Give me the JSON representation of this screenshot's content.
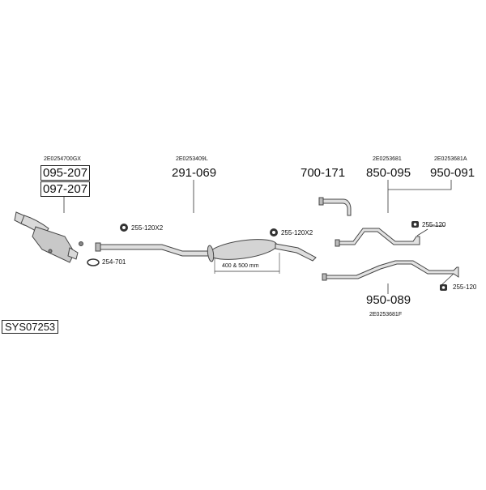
{
  "system_code": "SYS07253",
  "groups": {
    "front": {
      "oem": "2E0254700GX",
      "parts": [
        "095-207",
        "097-207"
      ]
    },
    "middle": {
      "oem": "2E0253409L",
      "part": "291-069",
      "dimension": "400 & 500 mm"
    },
    "tailpipe": {
      "part": "700-171"
    },
    "rear_a": {
      "oem": "2E0253681",
      "part": "850-095"
    },
    "rear_b": {
      "oem": "2E0253681A",
      "part": "950-091"
    },
    "rear_c": {
      "oem": "2E0253681F",
      "part": "950-089"
    }
  },
  "fittings": {
    "clamp_left": "255-120X2",
    "clamp_mid": "255-120X2",
    "gasket": "254-701",
    "hanger_upper": "255-120",
    "hanger_lower": "255-120"
  }
}
